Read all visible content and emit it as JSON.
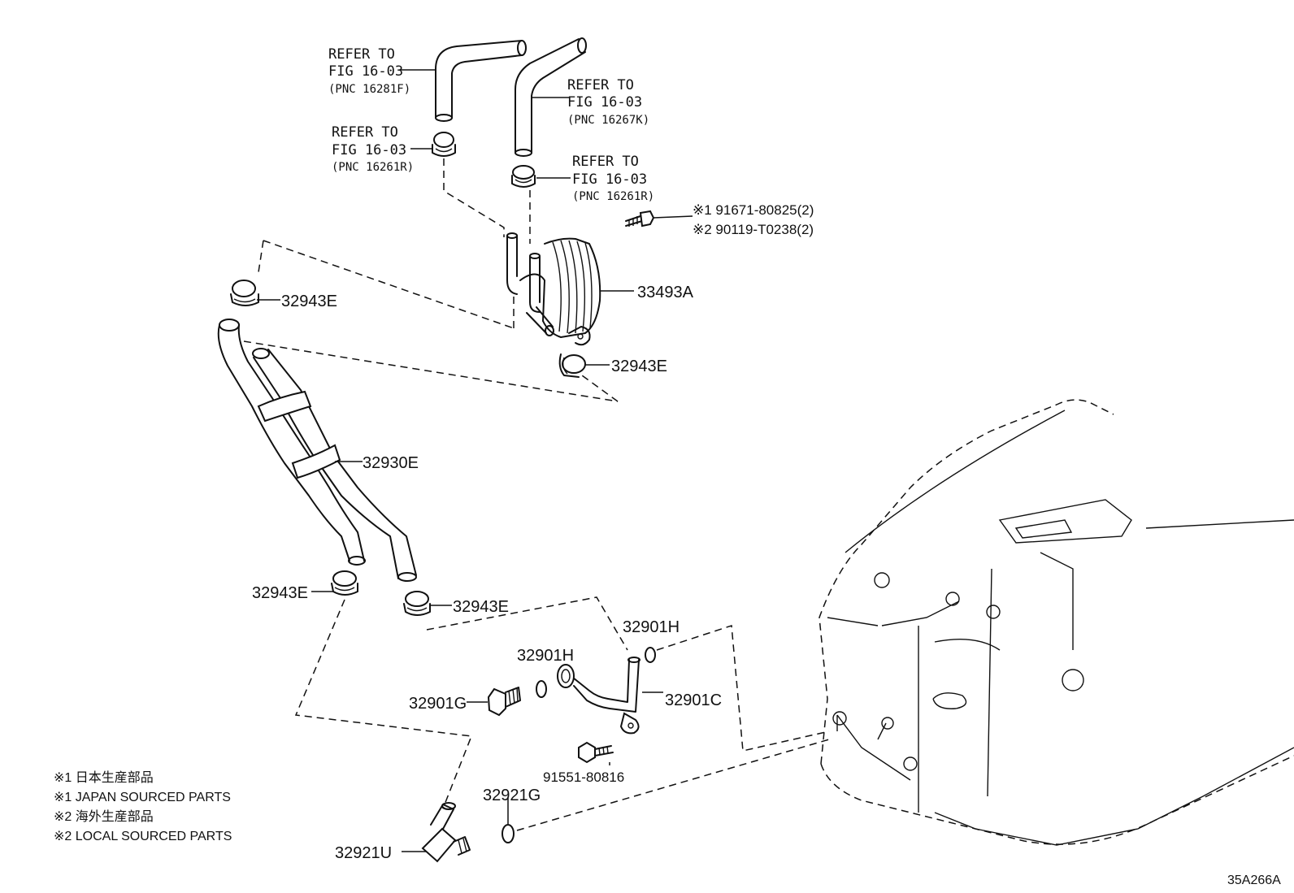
{
  "references": {
    "ref1": {
      "line1": "REFER TO",
      "line2": "FIG 16-03",
      "line3": "(PNC 16281F)"
    },
    "ref2": {
      "line1": "REFER TO",
      "line2": "FIG 16-03",
      "line3": "(PNC 16267K)"
    },
    "ref3": {
      "line1": "REFER TO",
      "line2": "FIG 16-03",
      "line3": "(PNC 16261R)"
    },
    "ref4": {
      "line1": "REFER TO",
      "line2": "FIG 16-03",
      "line3": "(PNC 16261R)"
    }
  },
  "bolt_callouts": {
    "line1": "※1 91671-80825(2)",
    "line2": "※2 90119-T0238(2)"
  },
  "parts": {
    "cooler": "33493A",
    "clamp_upper_left": "32943E",
    "clamp_upper_right": "32943E",
    "hose": "32930E",
    "clamp_lower_left": "32943E",
    "clamp_lower_mid": "32943E",
    "gasket_upper": "32901H",
    "gasket_mid": "32901H",
    "bolt_union": "32901G",
    "pipe": "32901C",
    "bolt_flange": "91551-80816",
    "oring": "32921G",
    "union": "32921U"
  },
  "notes": [
    "※1 日本生産部品",
    "※1 JAPAN SOURCED PARTS",
    "※2 海外生産部品",
    "※2 LOCAL SOURCED PARTS"
  ],
  "diagram_code": "35A266A"
}
